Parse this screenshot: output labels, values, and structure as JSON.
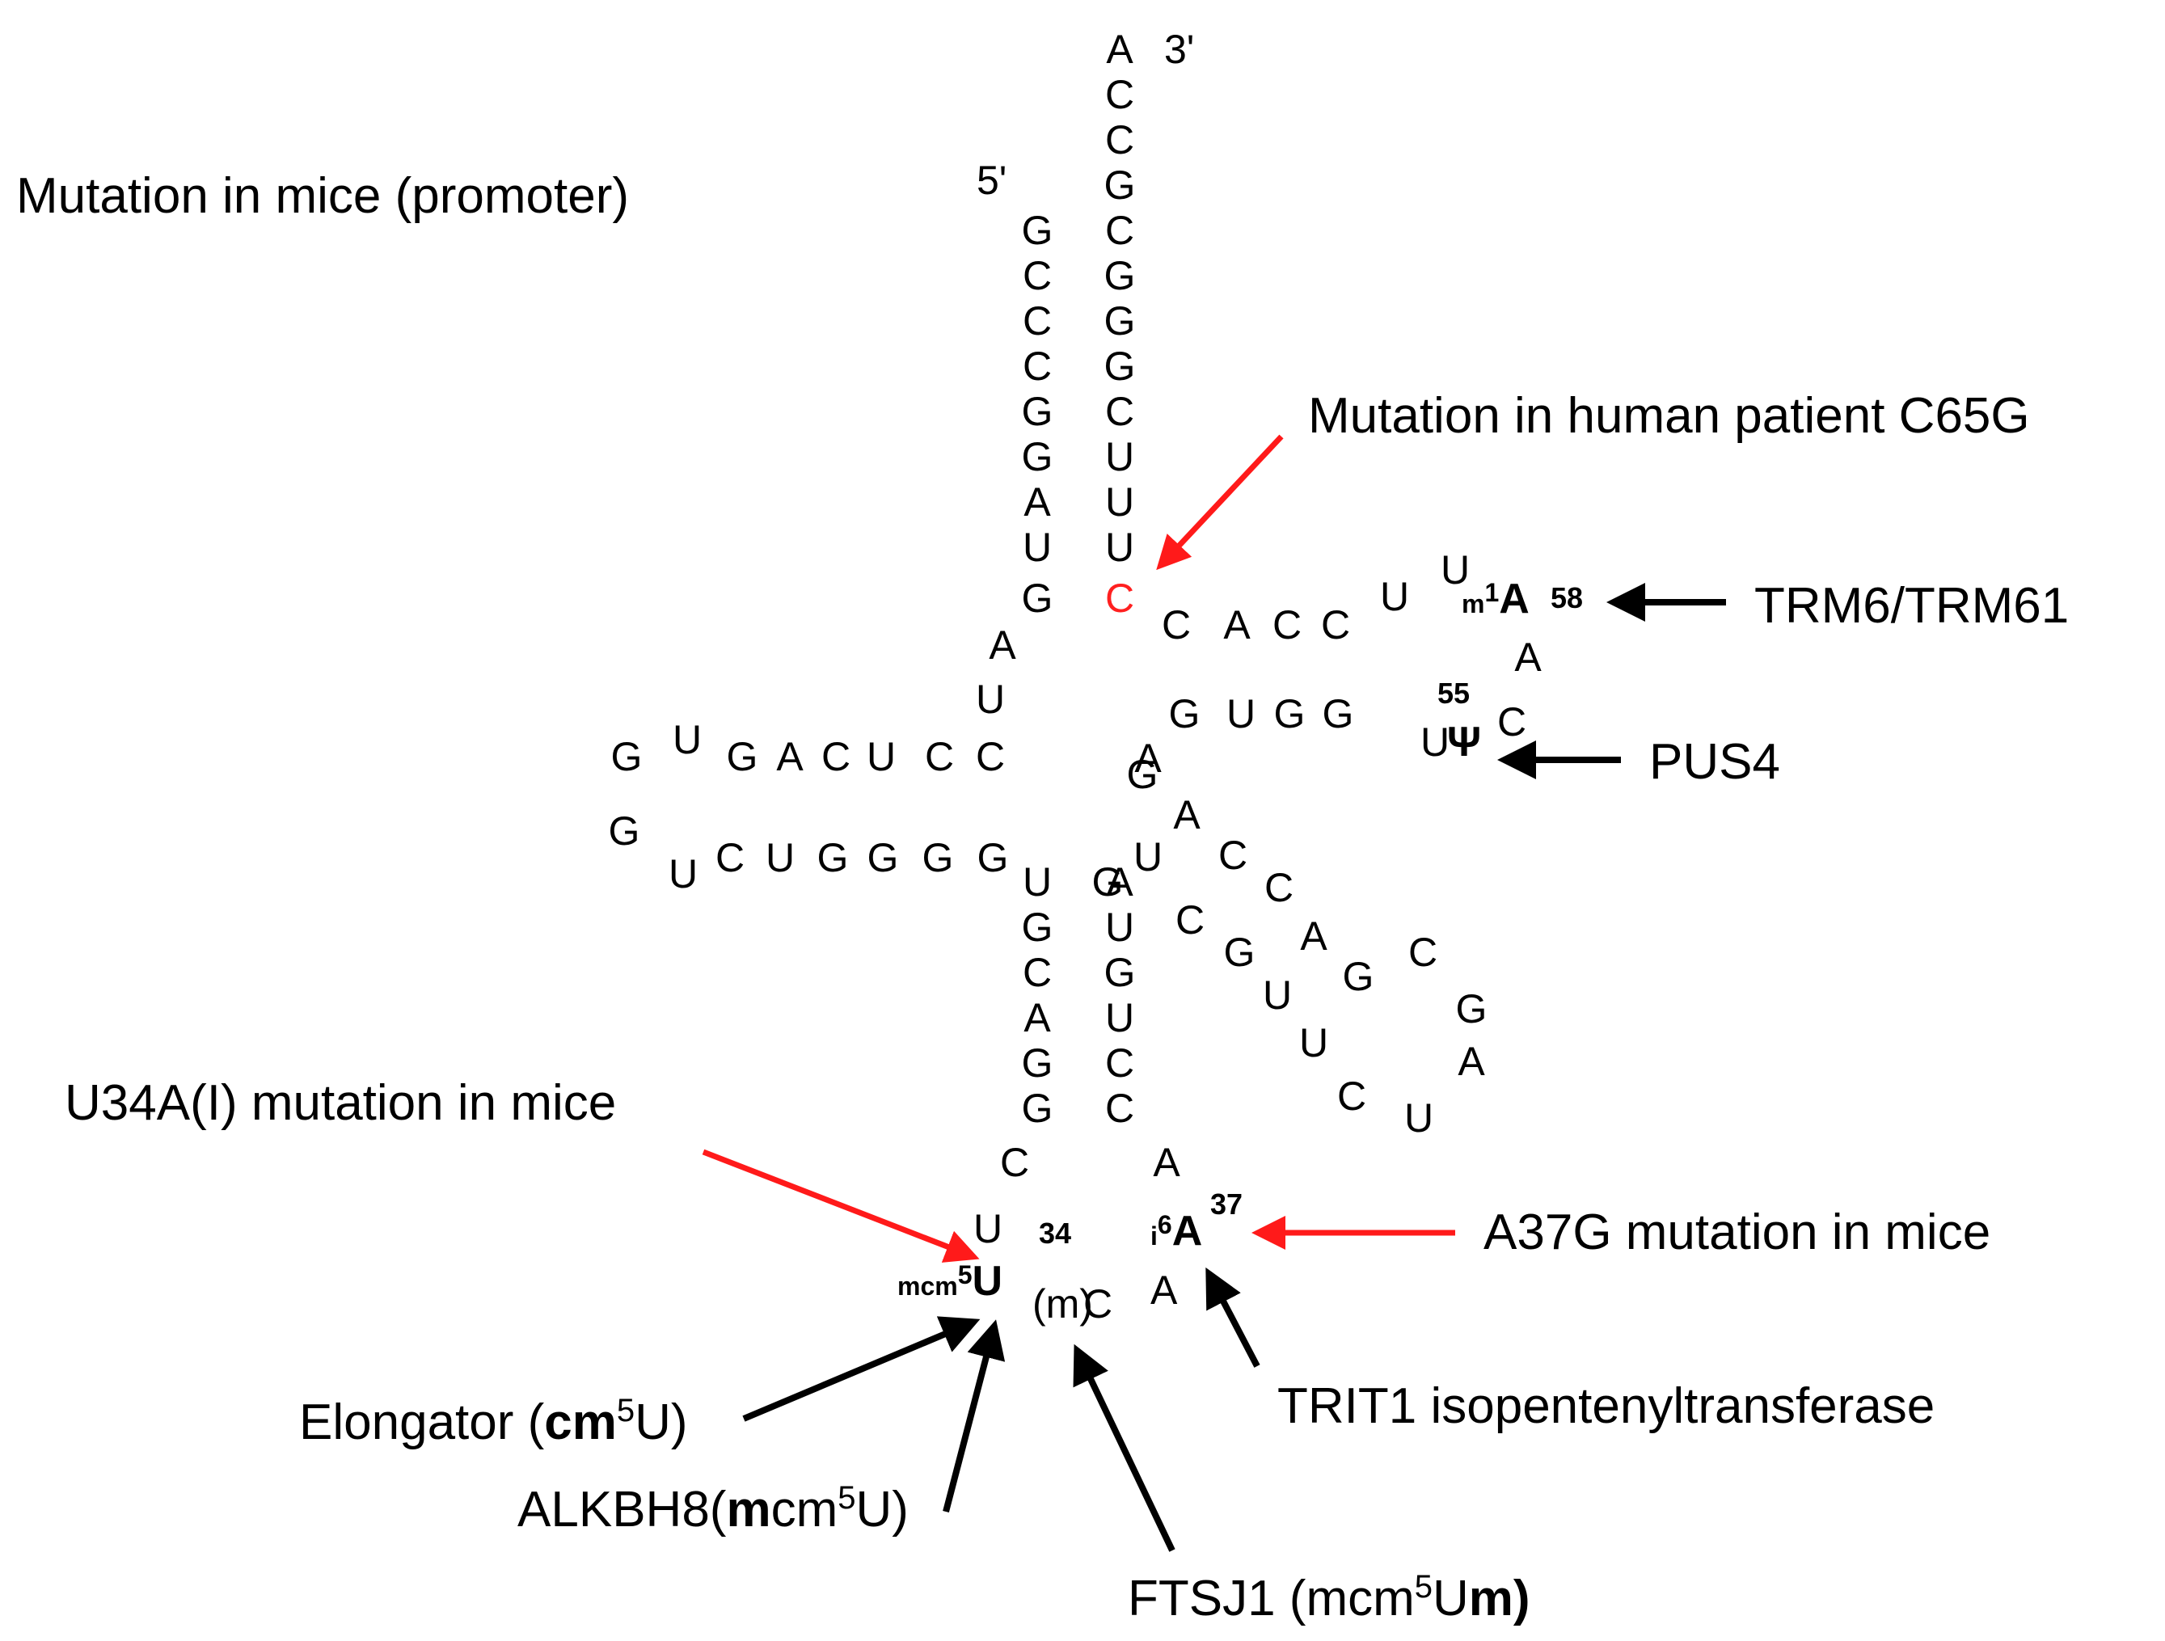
{
  "ends": {
    "five_prime": "5'",
    "three_prime": "3'"
  },
  "acceptor_3prime": [
    "A",
    "C",
    "C",
    "G",
    "C",
    "G",
    "G",
    "G",
    "C",
    "U",
    "U",
    "U",
    "C"
  ],
  "acceptor_5prime": [
    "G",
    "C",
    "C",
    "C",
    "G",
    "G",
    "A",
    "U",
    "G"
  ],
  "connector": [
    "A",
    "U",
    "C"
  ],
  "d_arm_top": [
    "G",
    "U",
    "G",
    "A",
    "C",
    "U",
    "C",
    "C"
  ],
  "d_loop": [
    "G",
    "U"
  ],
  "d_arm_bottom": [
    "C",
    "U",
    "G",
    "G",
    "G",
    "G"
  ],
  "anticodon_left_stem": [
    "U",
    "G",
    "C",
    "A",
    "G",
    "G",
    "C"
  ],
  "anticodon_right_stem": [
    "A",
    "U",
    "G",
    "U",
    "C",
    "C",
    "A"
  ],
  "anticodon_loop": {
    "u33": "U",
    "u34_num": "34",
    "wobble_mod": "mcm",
    "wobble_sup": "5",
    "wobble_base": "U",
    "wobble_sub": "(m)",
    "c35": "C",
    "a36": "A",
    "a37_mod": "i",
    "a37_sup": "6",
    "a37_base": "A",
    "a37_num": "37",
    "a38": "A"
  },
  "variable_region": [
    "G",
    "A",
    "C",
    "C",
    "A",
    "G",
    "C",
    "G",
    "A",
    "U",
    "U",
    "C",
    "U",
    "G",
    "C",
    "U",
    "G"
  ],
  "t_arm": {
    "top": [
      "C",
      "A",
      "C",
      "C"
    ],
    "loop_top": [
      "U",
      "U"
    ],
    "m1a_mod": "m",
    "m1a_sup": "1",
    "m1a_base": "A",
    "m1a_num": "58",
    "a59": "A",
    "c56": "C",
    "psi": "Ψ",
    "psi_num": "55",
    "u54": "U",
    "bottom": [
      "G",
      "U",
      "G",
      "G"
    ],
    "a_junction": "A"
  },
  "labels": {
    "promoter": "Mutation in mice (promoter)",
    "c65g": "Mutation in human patient C65G",
    "trm": "TRM6/TRM61",
    "pus4": "PUS4",
    "u34a": "U34A(I) mutation in mice",
    "a37g": "A37G mutation in mice",
    "trit1": "TRIT1 isopentenyltransferase",
    "elongator_a": "Elongator (",
    "elongator_b": "cm",
    "elongator_c": "5",
    "elongator_d": "U)",
    "alkbh8_a": "ALKBH8(",
    "alkbh8_b": "m",
    "alkbh8_c": "cm",
    "alkbh8_d": "5",
    "alkbh8_e": "U)",
    "ftsj1_a": "FTSJ1 (mcm",
    "ftsj1_b": "5",
    "ftsj1_c": "U",
    "ftsj1_d": "m",
    "ftsj1_e": ")"
  },
  "colors": {
    "mutation": "#ff1a1a",
    "text": "#000000"
  }
}
